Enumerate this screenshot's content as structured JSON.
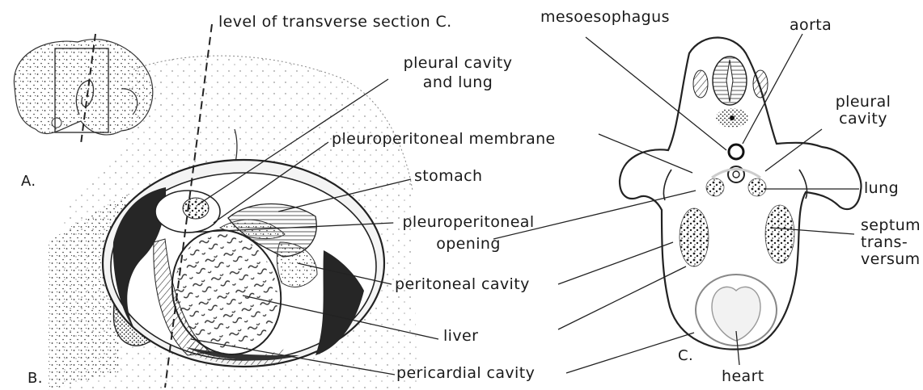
{
  "labels": {
    "level": "level of transverse section C.",
    "pleural_lung_1": "pleural cavity",
    "pleural_lung_2": "and lung",
    "pp_membrane": "pleuroperitoneal membrane",
    "stomach": "stomach",
    "pp_opening_1": "pleuroperitoneal",
    "pp_opening_2": "opening",
    "peritoneal_cavity": "peritoneal cavity",
    "liver": "liver",
    "pericardial_cavity": "pericardial cavity",
    "mesoesophagus": "mesoesophagus",
    "aorta": "aorta",
    "pleural_cavity_1": "pleural",
    "pleural_cavity_2": "cavity",
    "lung": "lung",
    "septum_1": "septum",
    "septum_2": "trans-",
    "septum_3": "versum",
    "heart": "heart"
  },
  "panels": {
    "a": "A.",
    "b": "B.",
    "c": "C."
  }
}
